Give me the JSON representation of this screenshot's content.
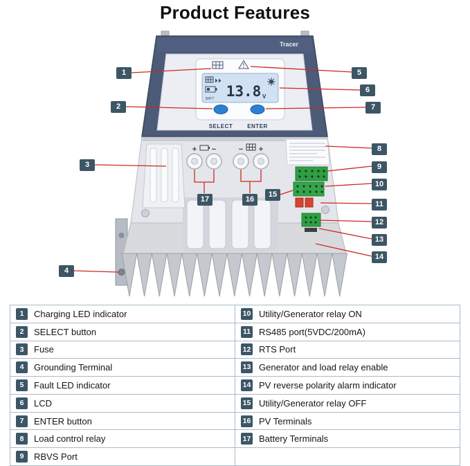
{
  "title": "Product Features",
  "device": {
    "brand": "Tracer",
    "lcd": {
      "batt_label": "BATT",
      "value": "13.8",
      "unit": "V"
    },
    "select_label": "SELECT",
    "enter_label": "ENTER",
    "terminal_signs": [
      "+",
      "−",
      "−",
      "+"
    ]
  },
  "callouts": [
    "1",
    "2",
    "3",
    "4",
    "5",
    "6",
    "7",
    "8",
    "9",
    "10",
    "11",
    "12",
    "13",
    "14",
    "15",
    "16",
    "17"
  ],
  "features": {
    "left": [
      {
        "num": "1",
        "label": "Charging LED indicator"
      },
      {
        "num": "2",
        "label": "SELECT button"
      },
      {
        "num": "3",
        "label": "Fuse"
      },
      {
        "num": "4",
        "label": "Grounding Terminal"
      },
      {
        "num": "5",
        "label": "Fault LED indicator"
      },
      {
        "num": "6",
        "label": "LCD"
      },
      {
        "num": "7",
        "label": "ENTER button"
      },
      {
        "num": "8",
        "label": "Load control relay"
      },
      {
        "num": "9",
        "label": "RBVS Port"
      }
    ],
    "right": [
      {
        "num": "10",
        "label": "Utility/Generator relay ON"
      },
      {
        "num": "11",
        "label": "RS485 port(5VDC/200mA)"
      },
      {
        "num": "12",
        "label": "RTS Port"
      },
      {
        "num": "13",
        "label": "Generator and load relay enable"
      },
      {
        "num": "14",
        "label": "PV reverse polarity alarm indicator"
      },
      {
        "num": "15",
        "label": "Utility/Generator relay OFF"
      },
      {
        "num": "16",
        "label": "PV Terminals"
      },
      {
        "num": "17",
        "label": "Battery Terminals"
      }
    ]
  },
  "colors": {
    "badge": "#3d5665",
    "callout_line": "#cc2a20",
    "button_blue": "#2d7fd2",
    "lcd_background": "#cfe1f3",
    "connector_green": "#2f9e44",
    "top_panel_navy": "#4c5b78"
  }
}
